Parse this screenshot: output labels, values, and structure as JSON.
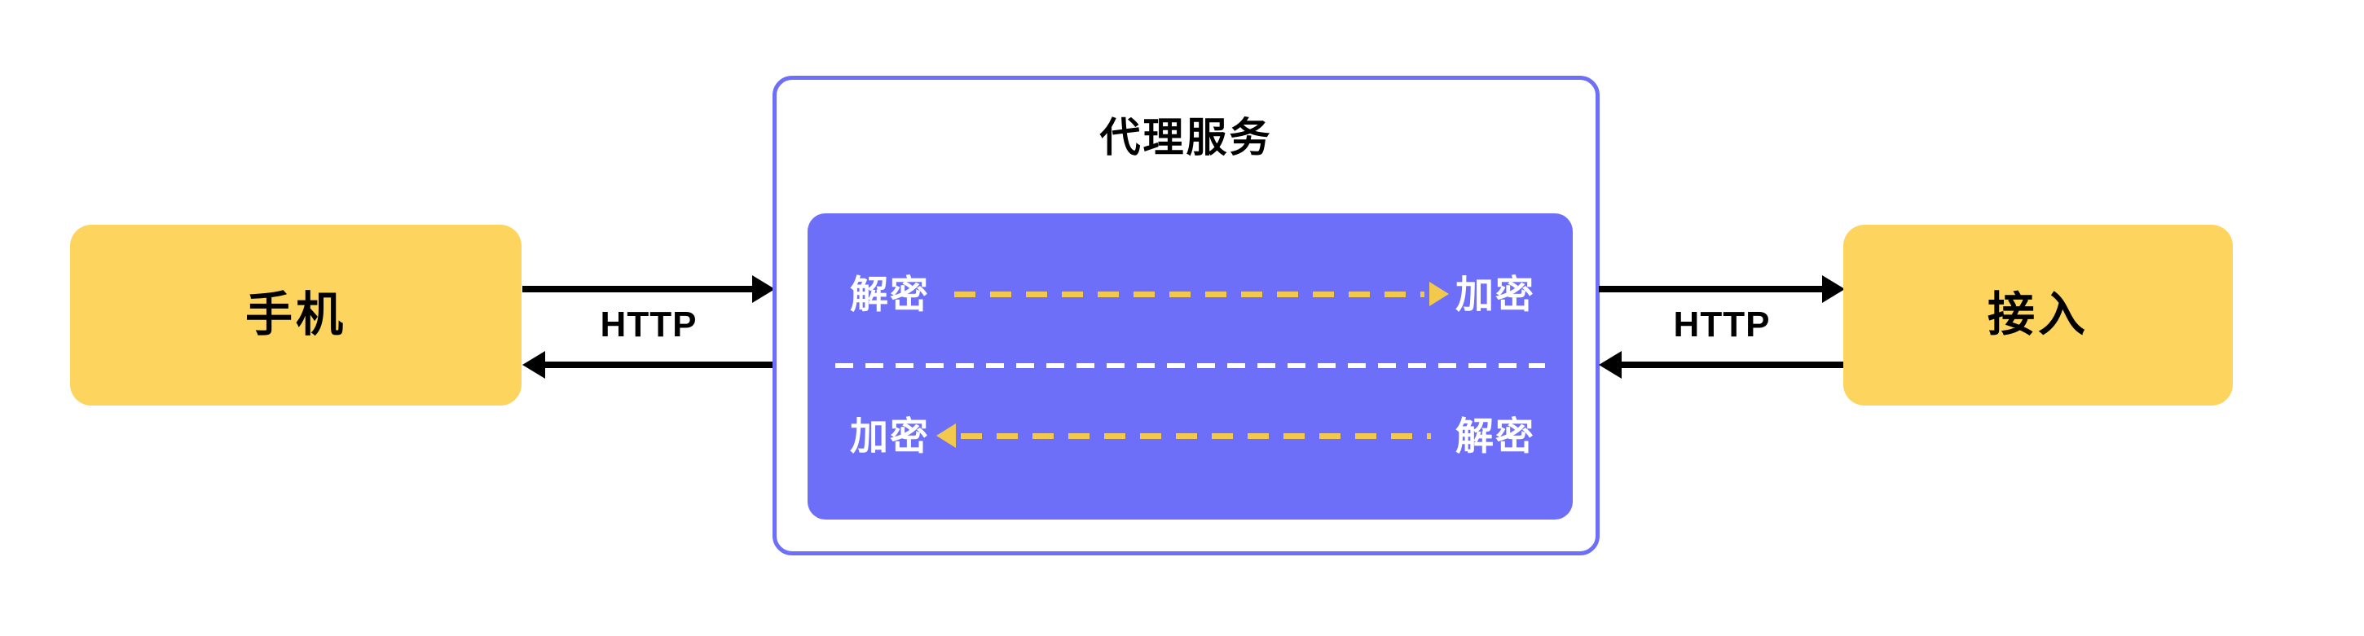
{
  "diagram": {
    "title_node": "代理服务",
    "background_color": "#ffffff"
  },
  "nodes": {
    "phone": {
      "label": "手机",
      "color": "#FDD45E"
    },
    "access": {
      "label": "接入",
      "color": "#FDD45E"
    }
  },
  "proxy": {
    "title": "代理服务",
    "border_color": "#6D6FF9",
    "panel_color": "#6D6FF9",
    "rows": [
      {
        "left": "解密",
        "right": "加密",
        "direction": "right",
        "line_color": "#F2C94C"
      },
      {
        "left": "加密",
        "right": "解密",
        "direction": "left",
        "line_color": "#F2C94C"
      }
    ]
  },
  "connections": {
    "left_protocol": "HTTP",
    "right_protocol": "HTTP",
    "arrow_color": "#000000"
  }
}
